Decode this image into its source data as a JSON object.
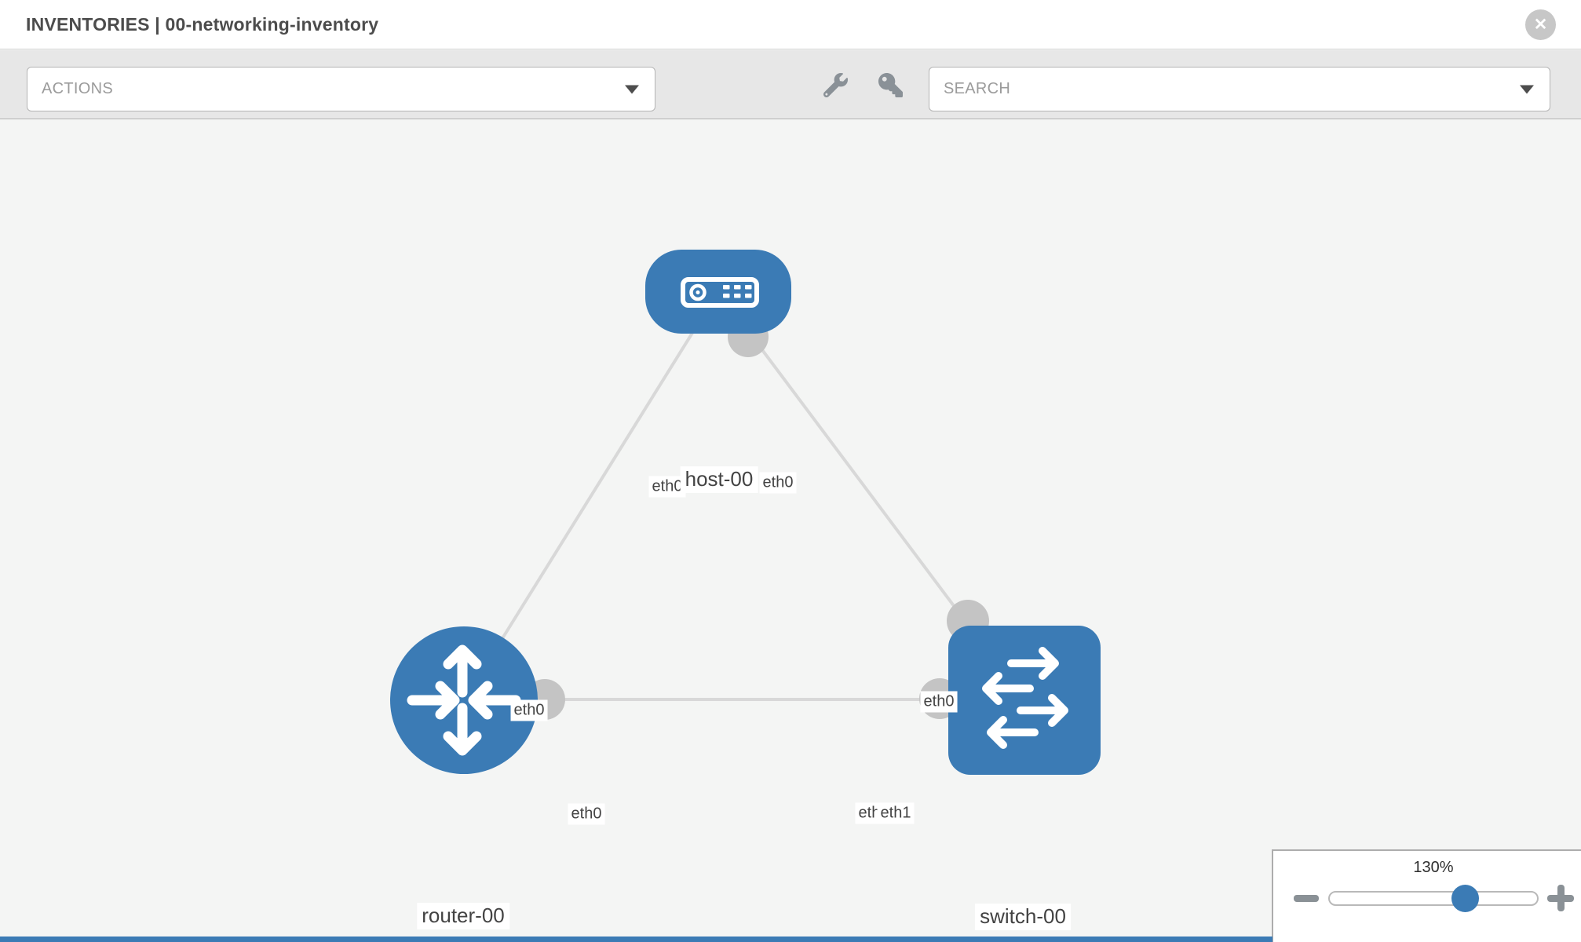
{
  "header": {
    "title": "INVENTORIES | 00-networking-inventory",
    "close_glyph": "✕"
  },
  "toolbar": {
    "actions_label": "ACTIONS",
    "search_label": "SEARCH",
    "icons": [
      "wrench-icon",
      "key-icon"
    ]
  },
  "topology": {
    "nodes": [
      {
        "name": "host-00",
        "type": "host"
      },
      {
        "name": "router-00",
        "type": "router"
      },
      {
        "name": "switch-00",
        "type": "switch"
      }
    ],
    "links": [
      {
        "source": "host-00",
        "source_interface": "eth0",
        "target": "router-00",
        "target_interface": "eth0"
      },
      {
        "source": "host-00",
        "source_interface": "eth0",
        "target": "switch-00",
        "target_interface": "eth0"
      },
      {
        "source": "router-00",
        "source_interface": "eth0",
        "target": "switch-00",
        "target_interface": "eth1"
      }
    ],
    "overlapped_label": "eth0",
    "colors": {
      "node_blue": "#3b7bb5",
      "port_gray": "#c4c4c4",
      "link_gray": "#d8d8d8"
    }
  },
  "zoom_control": {
    "value": "130%"
  }
}
